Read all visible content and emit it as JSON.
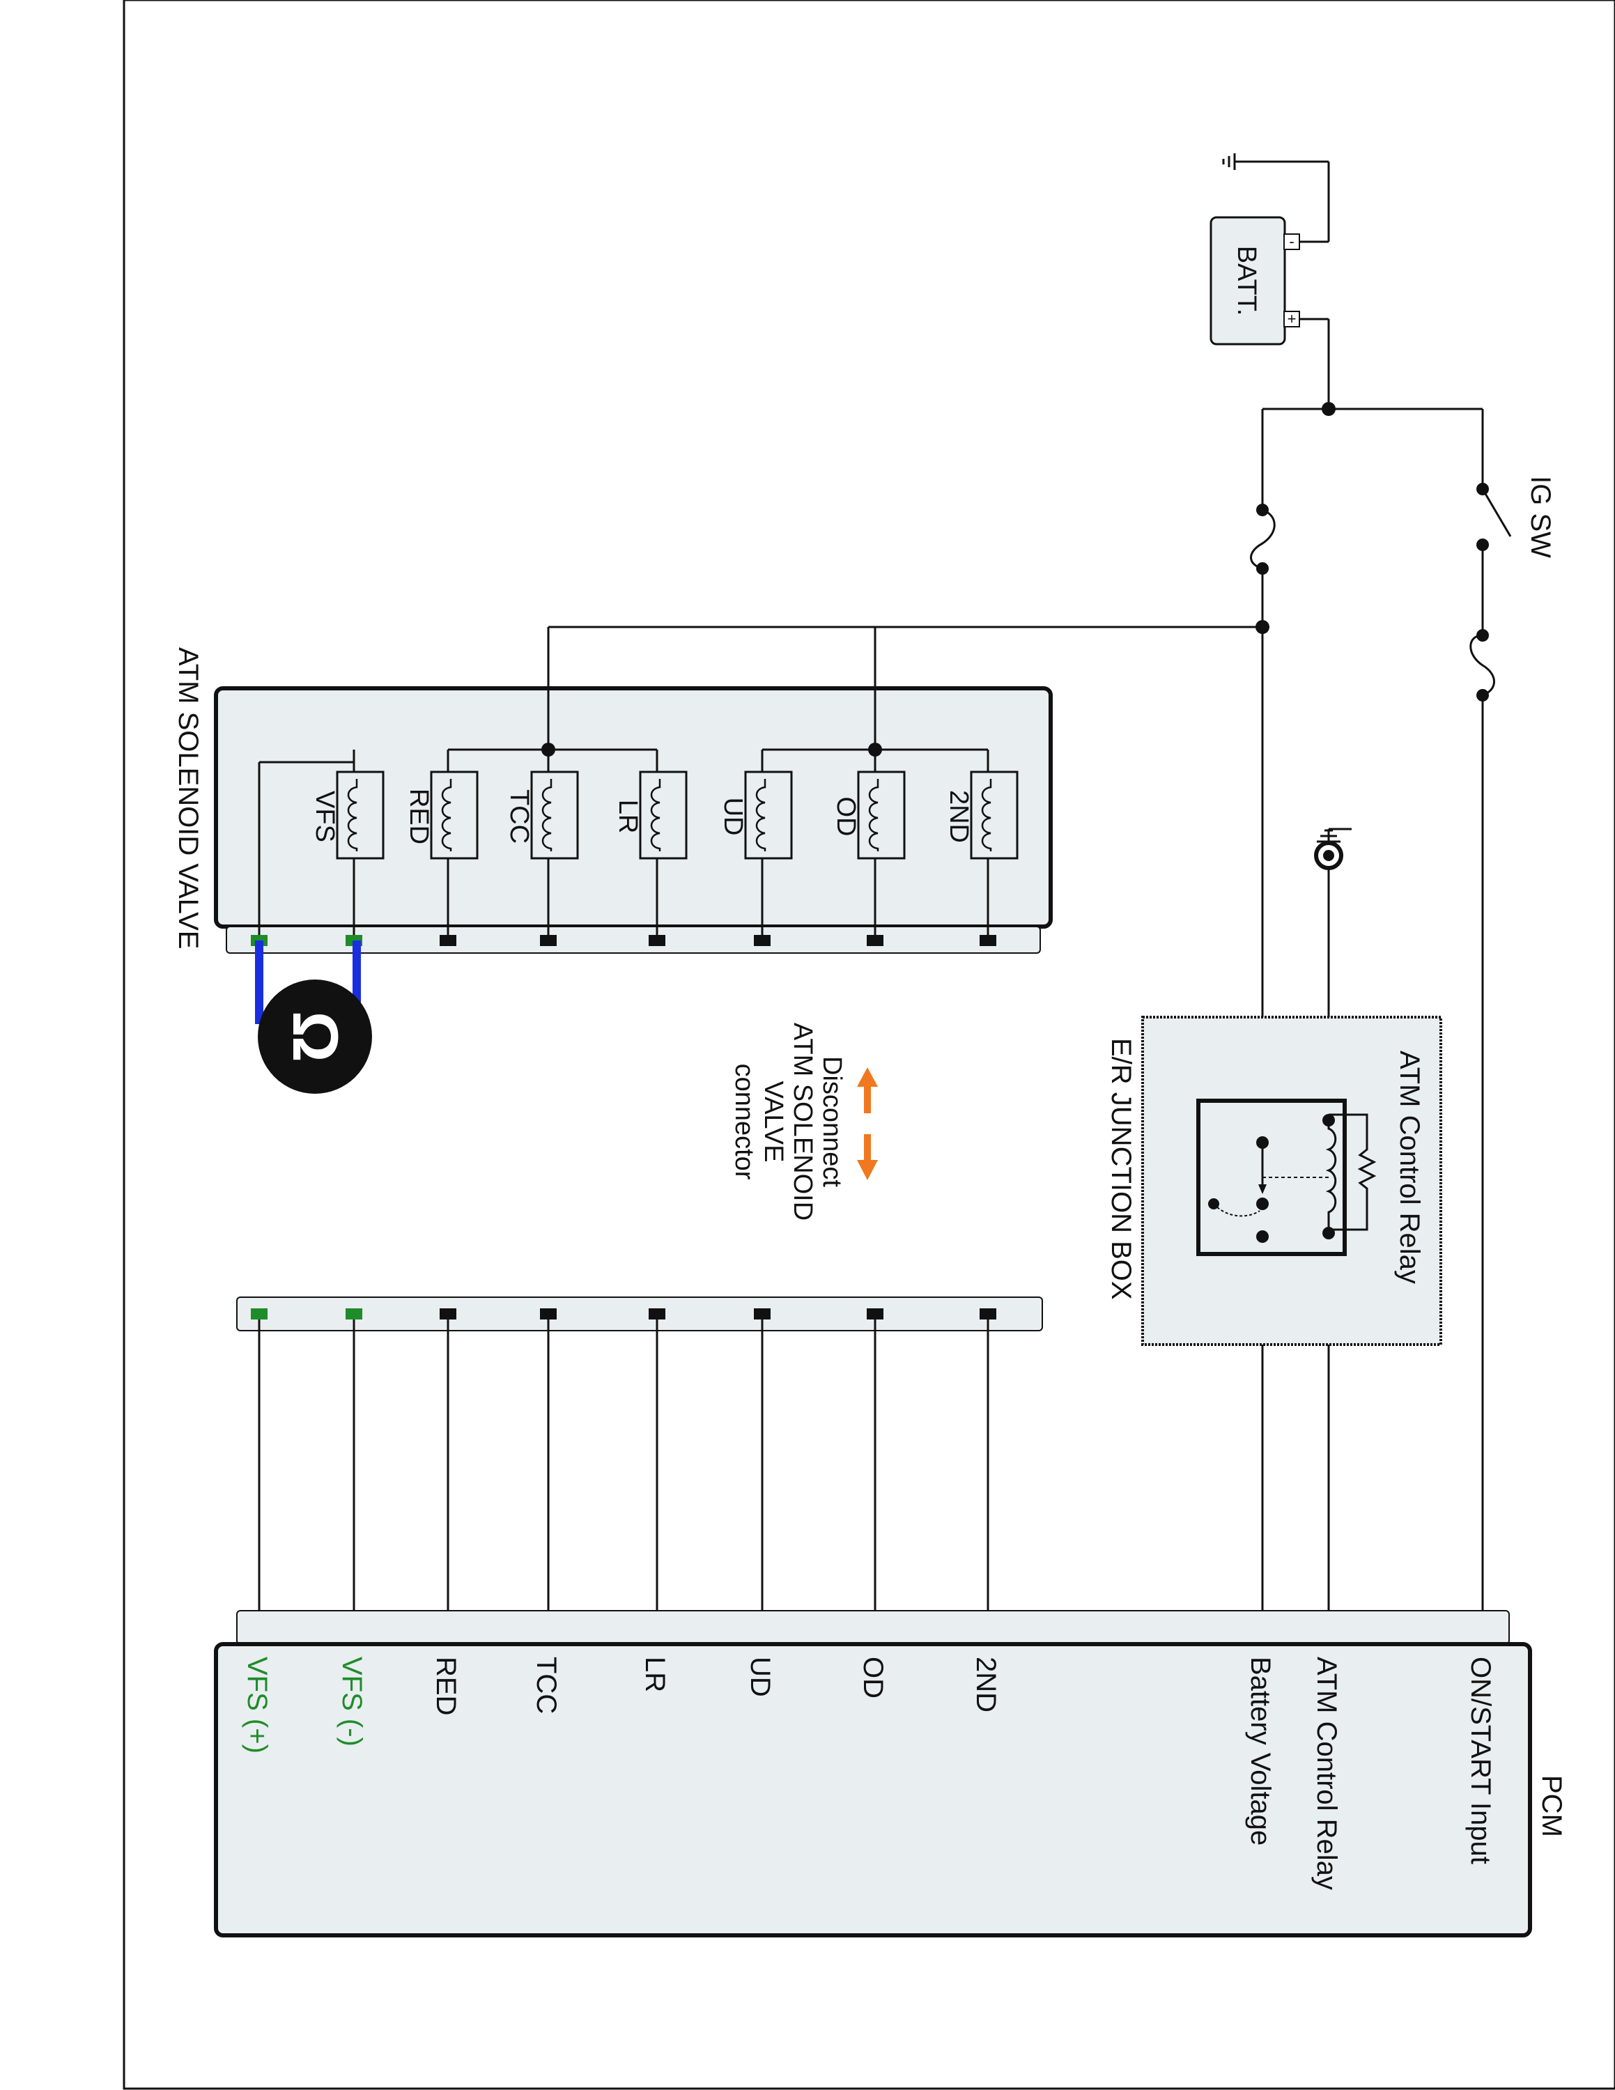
{
  "battery": {
    "label": "BATT.",
    "neg_terminal": "-",
    "pos_terminal": "+"
  },
  "ig_switch": {
    "label": "IG SW"
  },
  "junction_box": {
    "label": "E/R JUNCTION BOX",
    "relay_label": "ATM Control Relay"
  },
  "solenoid_valve": {
    "label": "ATM SOLENOID VALVE",
    "coils": [
      "2ND",
      "OD",
      "UD",
      "LR",
      "TCC",
      "RED",
      "VFS"
    ]
  },
  "connector_callout": {
    "lines": [
      "Disconnect",
      "ATM SOLENOID",
      "VALVE",
      "connector"
    ],
    "arrow_color": "#f07820"
  },
  "meter": {
    "symbol": "Ω"
  },
  "pcm": {
    "label": "PCM",
    "pins": [
      "ON/START Input",
      "ATM Control Relay",
      "Battery Voltage",
      "2ND",
      "OD",
      "UD",
      "LR",
      "TCC",
      "RED",
      "VFS (-)",
      "VFS (+)"
    ]
  },
  "colors": {
    "vfs_pin": "#1f8c2a",
    "meter_lead": "#1a2ee0",
    "box_fill": "#e9eef0"
  }
}
